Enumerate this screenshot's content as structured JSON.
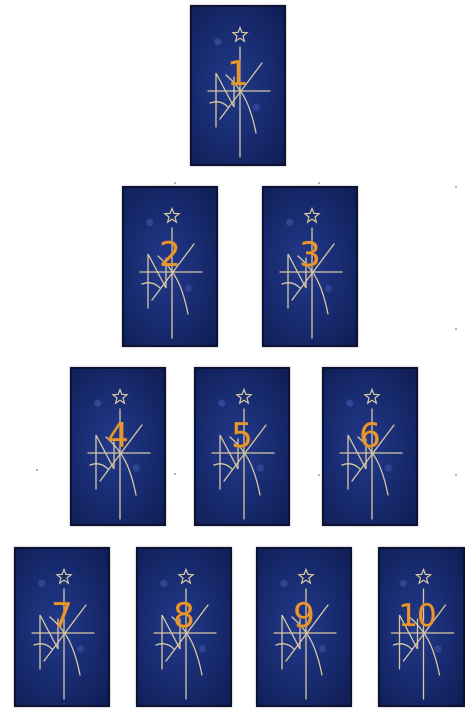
{
  "cards": [
    {
      "number": "1"
    },
    {
      "number": "2"
    },
    {
      "number": "3"
    },
    {
      "number": "4"
    },
    {
      "number": "5"
    },
    {
      "number": "6"
    },
    {
      "number": "7"
    },
    {
      "number": "8"
    },
    {
      "number": "9"
    },
    {
      "number": "10"
    }
  ],
  "colors": {
    "card_blue": "#1a2d73",
    "card_border": "#0c1233",
    "number_orange": "#e8962f",
    "sigil_gold": "#d8c8a2"
  },
  "icons": [
    "star-icon",
    "sigil-icon"
  ]
}
